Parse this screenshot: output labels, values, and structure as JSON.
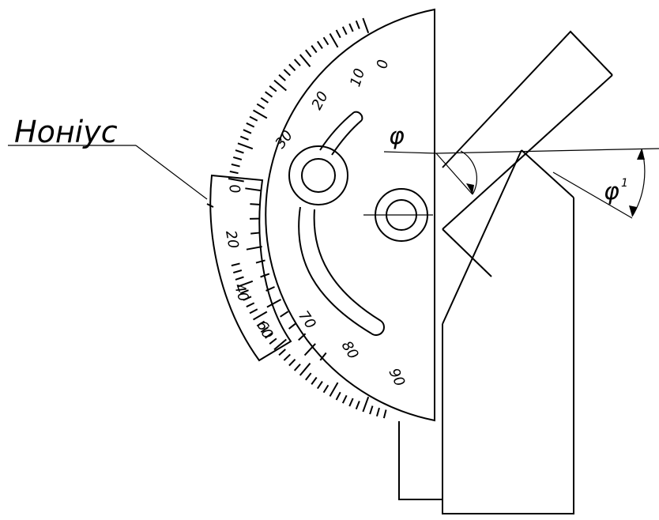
{
  "labels": {
    "vernier": "Ноніус",
    "phi": "φ",
    "phi1": "φ",
    "phi1_index": "1"
  },
  "protractor_scale": {
    "labels": [
      "0",
      "10",
      "20",
      "30",
      "70",
      "80",
      "90"
    ]
  },
  "vernier_scale": {
    "labels": [
      "0",
      "20",
      "40",
      "60"
    ]
  },
  "colors": {
    "ink": "#000000",
    "paper": "#ffffff"
  }
}
